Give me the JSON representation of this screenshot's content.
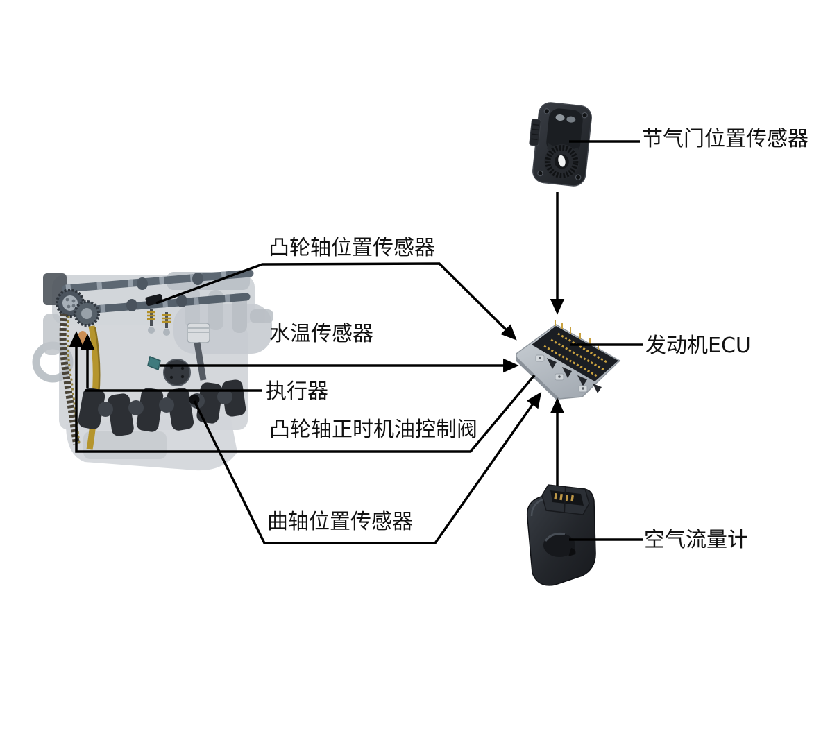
{
  "diagram": {
    "labels": {
      "throttle_position_sensor": "节气门位置传感器",
      "engine_ecu": "发动机ECU",
      "air_flow_meter": "空气流量计",
      "camshaft_position_sensor": "凸轮轴位置传感器",
      "water_temp_sensor": "水温传感器",
      "actuator": "执行器",
      "camshaft_timing_oil_control_valve": "凸轮轴正时机油控制阀",
      "crankshaft_position_sensor": "曲轴位置传感器"
    },
    "colors": {
      "background": "#ffffff",
      "line": "#000000",
      "text": "#111111",
      "device_dark": "#26292e",
      "ecu_plate": "#bfc5cb",
      "connector_black": "#1b1e23",
      "pin_gold": "#c49c42",
      "chain_gold": "#b5952d",
      "engine_light_gray": "#c9cdd2",
      "camshaft_steel": "#5d6873",
      "crankshaft_dark": "#2c2f34",
      "water_sensor_teal": "#3f7a7d",
      "tensioner_orange": "#c98a4e"
    }
  }
}
